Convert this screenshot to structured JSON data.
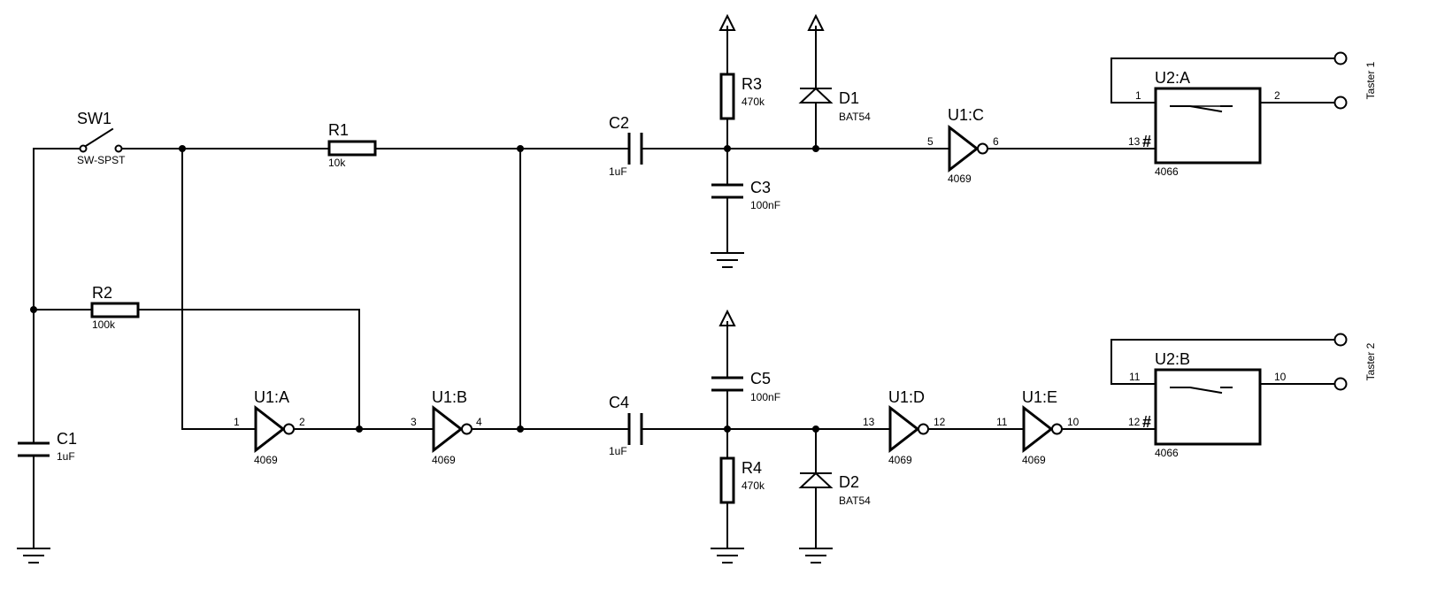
{
  "components": {
    "sw1": {
      "ref": "SW1",
      "value": "SW-SPST"
    },
    "r1": {
      "ref": "R1",
      "value": "10k"
    },
    "r2": {
      "ref": "R2",
      "value": "100k"
    },
    "r3": {
      "ref": "R3",
      "value": "470k"
    },
    "r4": {
      "ref": "R4",
      "value": "470k"
    },
    "c1": {
      "ref": "C1",
      "value": "1uF"
    },
    "c2": {
      "ref": "C2",
      "value": "1uF"
    },
    "c3": {
      "ref": "C3",
      "value": "100nF"
    },
    "c4": {
      "ref": "C4",
      "value": "1uF"
    },
    "c5": {
      "ref": "C5",
      "value": "100nF"
    },
    "d1": {
      "ref": "D1",
      "value": "BAT54"
    },
    "d2": {
      "ref": "D2",
      "value": "BAT54"
    },
    "u1a": {
      "ref": "U1:A",
      "value": "4069",
      "pin_in": "1",
      "pin_out": "2"
    },
    "u1b": {
      "ref": "U1:B",
      "value": "4069",
      "pin_in": "3",
      "pin_out": "4"
    },
    "u1c": {
      "ref": "U1:C",
      "value": "4069",
      "pin_in": "5",
      "pin_out": "6"
    },
    "u1d": {
      "ref": "U1:D",
      "value": "4069",
      "pin_in": "13",
      "pin_out": "12"
    },
    "u1e": {
      "ref": "U1:E",
      "value": "4069",
      "pin_in": "11",
      "pin_out": "10"
    },
    "u2a": {
      "ref": "U2:A",
      "value": "4066",
      "pin_in": "1",
      "pin_out": "2",
      "pin_ctrl": "13",
      "ctrl_mark": "#"
    },
    "u2b": {
      "ref": "U2:B",
      "value": "4066",
      "pin_in": "11",
      "pin_out": "10",
      "pin_ctrl": "12",
      "ctrl_mark": "#"
    }
  },
  "terminals": {
    "taster1": "Taster 1",
    "taster2": "Taster 2"
  }
}
